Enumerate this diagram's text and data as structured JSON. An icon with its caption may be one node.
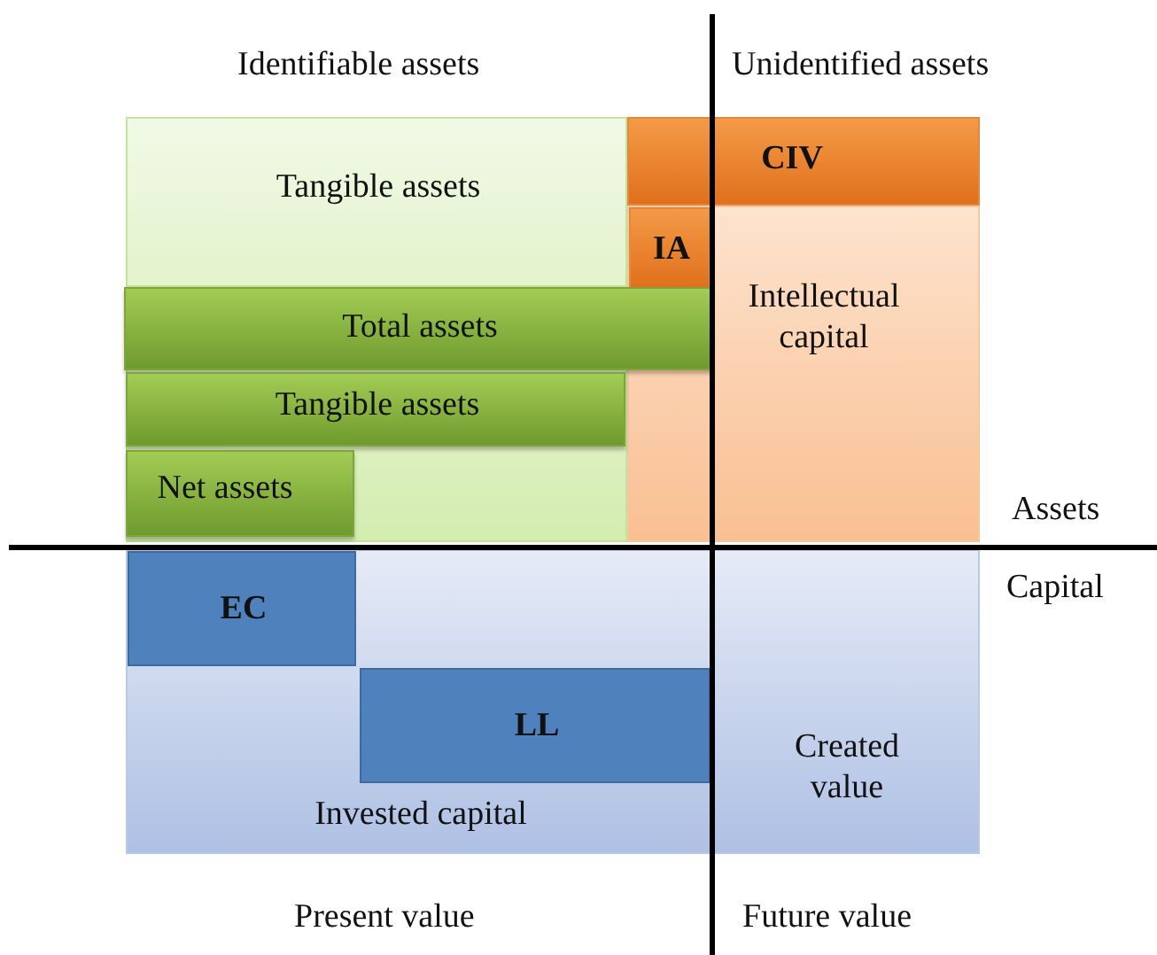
{
  "diagram": {
    "nodes": [
      {
        "text": [
          "Tangible assets"
        ]
      },
      {
        "text": [
          "CIV"
        ]
      },
      {
        "text": [
          "Intellectual capital"
        ]
      },
      {
        "text": [
          "IA"
        ],
        "in": 2
      },
      {
        "text": [
          "Total assets"
        ]
      },
      {
        "text": [
          "Tangible assets"
        ]
      },
      {
        "text": [
          "Net assets"
        ]
      },
      {
        "text": [
          "Invested capital"
        ]
      },
      {
        "text": [
          "EC"
        ],
        "in": 7
      },
      {
        "text": [
          "LL"
        ],
        "in": 7
      },
      {
        "text": [
          "Created value"
        ]
      }
    ],
    "labels": [
      "Identifiable assets",
      "Unidentified assets",
      "Assets",
      "Capital",
      "Present value",
      "Future value"
    ]
  }
}
